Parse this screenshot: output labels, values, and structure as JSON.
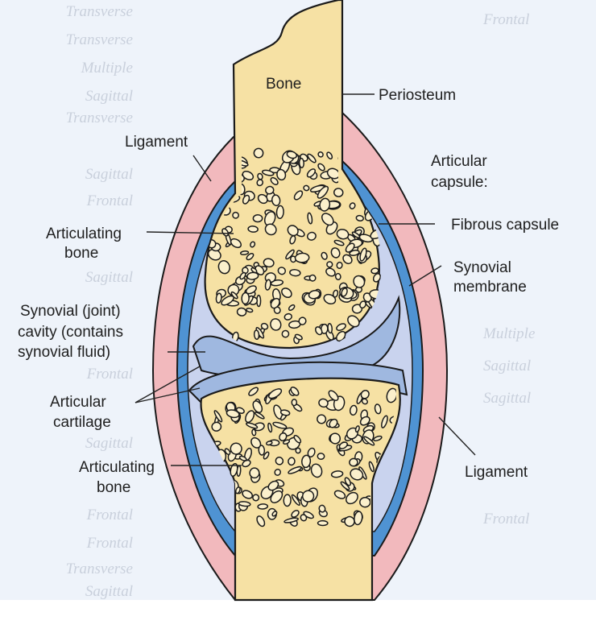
{
  "title": "Synovial joint",
  "labels": {
    "bone": "Bone",
    "periosteum": "Periosteum",
    "ligament_top": "Ligament",
    "articular_capsule": [
      "Articular",
      "capsule:"
    ],
    "fibrous_capsule": "Fibrous capsule",
    "synovial_membrane": [
      "Synovial",
      "membrane"
    ],
    "articulating_bone_top": [
      "Articulating",
      "bone"
    ],
    "synovial_cavity": [
      "Synovial (joint)",
      "cavity (contains",
      "synovial fluid)"
    ],
    "articular_cartilage": [
      "Articular",
      "cartilage"
    ],
    "articulating_bone_bottom": [
      "Articulating",
      "bone"
    ],
    "ligament_bottom": "Ligament"
  },
  "show_through_text": [
    "Transverse",
    "Transverse",
    "Multiple",
    "Sagittal",
    "Transverse",
    "Sagittal",
    "Frontal",
    "Sagittal",
    "Frontal",
    "Sagittal",
    "Frontal",
    "Frontal",
    "Transverse",
    "Sagittal",
    "Frontal",
    "Multiple",
    "Sagittal",
    "Sagittal",
    "Frontal"
  ],
  "colors": {
    "bone": "#f6e1a4",
    "ligament": "#f2b9bd",
    "capsule_blue": "#4f93d3",
    "cavity": "#c9d3ee",
    "cartilage": "#9fb8e0",
    "outline": "#1a1a1a"
  }
}
